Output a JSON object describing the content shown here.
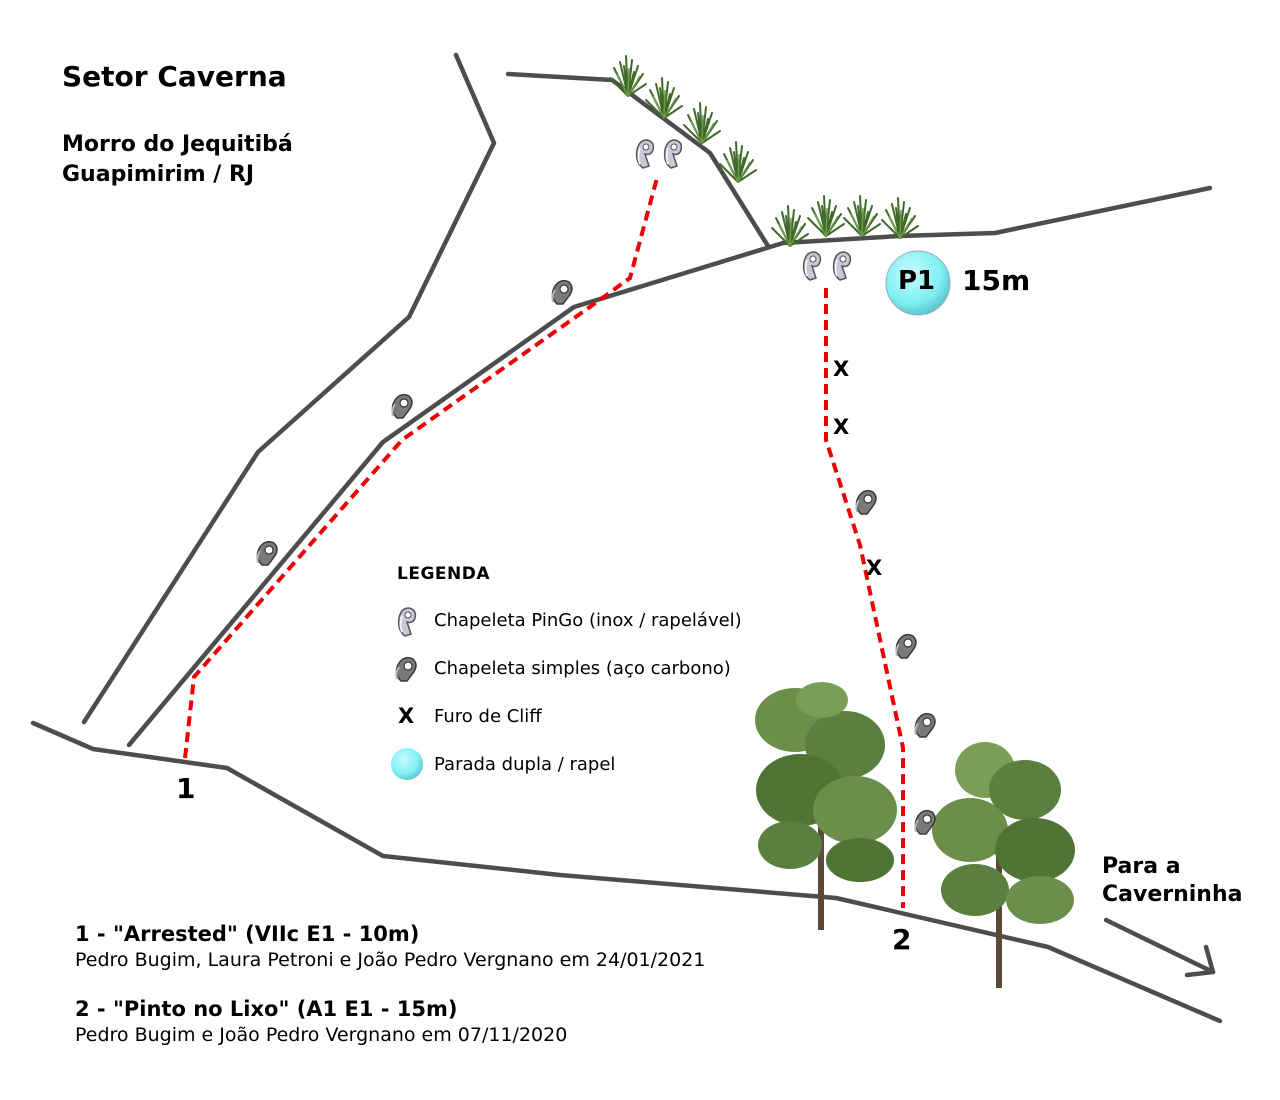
{
  "header": {
    "title": "Setor Caverna",
    "location_line1": "Morro do Jequitibá",
    "location_line2": "Guapimirim / RJ"
  },
  "legend": {
    "title": "LEGENDA",
    "items": [
      {
        "icon": "pingo-bolt-icon",
        "label": "Chapeleta PinGo (inox / rapelável)"
      },
      {
        "icon": "simple-bolt-icon",
        "label": "Chapeleta simples (aço carbono)"
      },
      {
        "icon": "cliff-hole-icon",
        "label": "Furo de Cliff",
        "symbol": "X"
      },
      {
        "icon": "anchor-station-icon",
        "label": "Parada dupla / rapel"
      }
    ]
  },
  "routes": [
    {
      "number": "1",
      "line": "1 - \"Arrested\" (VIIc E1 - 10m)",
      "credits": "Pedro Bugim, Laura Petroni e João Pedro Vergnano em 24/01/2021"
    },
    {
      "number": "2",
      "line": "2 - \"Pinto no Lixo\" (A1 E1 - 15m)",
      "credits": "Pedro Bugim e João Pedro Vergnano em 07/11/2020"
    }
  ],
  "markers": {
    "cliff_symbol": "X",
    "anchor_label": "P1",
    "anchor_length": "15m",
    "direction_label_line1": "Para a",
    "direction_label_line2": "Caverninha"
  },
  "colors": {
    "rock_line": "#4d4d4d",
    "route_line": "#ee0000",
    "anchor": "#7ff0f4",
    "bolt": "#6e6e6e",
    "tree_leaf": "#5b7f3e",
    "grass": "#3f6a2a"
  }
}
